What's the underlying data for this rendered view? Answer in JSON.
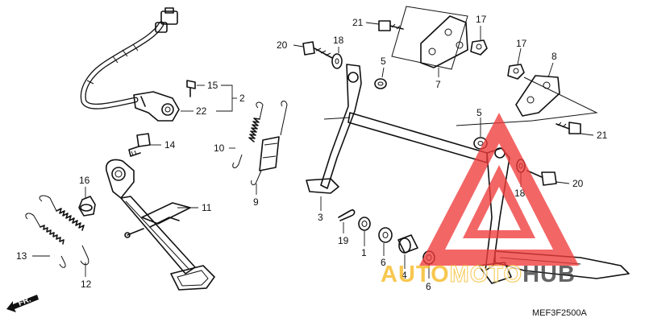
{
  "diagram": {
    "code": "MEF3F2500A",
    "direction_label": "FR.",
    "callouts": {
      "c1": "1",
      "c2": "2",
      "c3": "3",
      "c4": "4",
      "c5a": "5",
      "c5b": "5",
      "c6a": "6",
      "c6b": "6",
      "c7": "7",
      "c8": "8",
      "c9": "9",
      "c10": "10",
      "c11": "11",
      "c12": "12",
      "c13": "13",
      "c14": "14",
      "c15": "15",
      "c16": "16",
      "c17a": "17",
      "c17b": "17",
      "c18a": "18",
      "c18b": "18",
      "c19": "19",
      "c20a": "20",
      "c20b": "20",
      "c21a": "21",
      "c21b": "21",
      "c22": "22"
    }
  },
  "watermark": {
    "word_orange": "AUTO",
    "word_white": "MOTO",
    "word_dark": "HUB",
    "color_red": "#f03c3c",
    "color_orange": "#f6b820",
    "color_dark": "#3a3a3a"
  }
}
